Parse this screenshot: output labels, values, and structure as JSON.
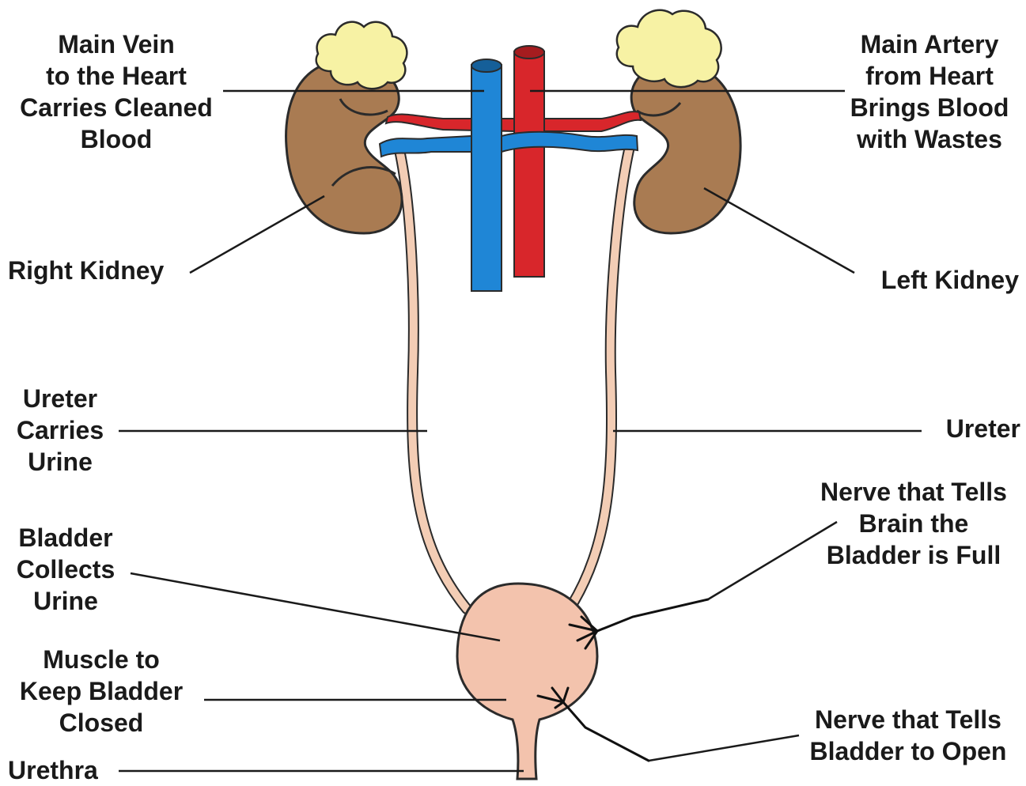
{
  "labels": {
    "main_vein": [
      "Main Vein",
      "to the Heart",
      "Carries Cleaned",
      "Blood"
    ],
    "main_artery": [
      "Main Artery",
      "from Heart",
      "Brings Blood",
      "with Wastes"
    ],
    "right_kidney": "Right Kidney",
    "left_kidney": "Left Kidney",
    "ureter_left_side": [
      "Ureter",
      "Carries",
      "Urine"
    ],
    "ureter_right_side": "Ureter",
    "bladder": [
      "Bladder",
      "Collects",
      "Urine"
    ],
    "muscle": [
      "Muscle to",
      "Keep Bladder",
      "Closed"
    ],
    "urethra": "Urethra",
    "nerve_full": [
      "Nerve that Tells",
      "Brain the",
      "Bladder is Full"
    ],
    "nerve_open": [
      "Nerve that Tells",
      "Bladder to Open"
    ]
  },
  "colors": {
    "kidney": "#a97b52",
    "kidney_outline": "#2b2b2b",
    "adrenal": "#f7f2a4",
    "vein": "#1f86d6",
    "artery": "#d8262b",
    "ureter": "#f3cdb5",
    "bladder": "#f3c3ad",
    "nerve": "#111111",
    "leader": "#1a1a1a"
  }
}
